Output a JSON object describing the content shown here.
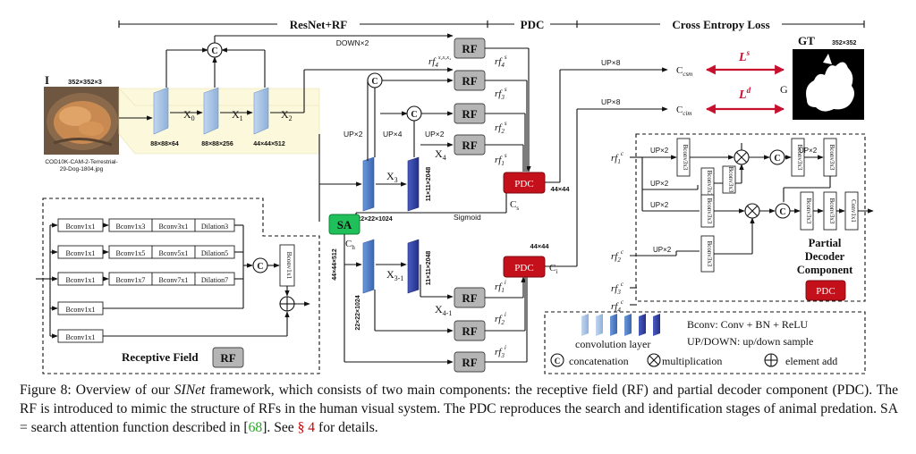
{
  "header": {
    "resnet_rf": "ResNet+RF",
    "pdc": "PDC",
    "cross_entropy": "Cross Entropy Loss"
  },
  "input": {
    "label": "I",
    "size": "352×352×3",
    "filename_line1": "COD10K-CAM-2-Terrestrial-",
    "filename_line2": "29-Dog-1804.jpg"
  },
  "backbone": {
    "x0": "X",
    "x0_sub": "0",
    "x1": "X",
    "x1_sub": "1",
    "x2": "X",
    "x2_sub": "2",
    "x0_size": "88×88×64",
    "x1_size": "88×88×256",
    "x2_size": "44×44×512",
    "down": "DOWN×2",
    "concat": "C"
  },
  "upper_branch": {
    "x3": "X",
    "x3_sub": "3",
    "x4": "X",
    "x4_sub": "4",
    "x3_size": "22×22×1024",
    "x4_size": "11×11×2048",
    "up2": "UP×2",
    "up4": "UP×4",
    "up2b": "UP×2",
    "sigmoid": "Sigmoid"
  },
  "sa": {
    "label": "SA",
    "ch": "C",
    "ch_sub": "h",
    "ch_size": "44×44×512"
  },
  "lower_branch": {
    "x3_1": "X",
    "x3_1_sub": "3-1",
    "x4_1": "X",
    "x4_1_sub": "4-1",
    "x3_1_size": "22×22×1024",
    "x4_1_size": "11×11×2048"
  },
  "rf_modules": {
    "label": "RF"
  },
  "rf_outputs": {
    "top4": "rf",
    "top4_sup": "x₂x₃x₄",
    "top4_sub": "4",
    "s4": "rf",
    "s4_sub": "4",
    "s4_sup": "s",
    "s3": "rf",
    "s3_sub": "3",
    "s3_sup": "s",
    "s2": "rf",
    "s2_sub": "2",
    "s2_sup": "s",
    "s1": "rf",
    "s1_sub": "1",
    "s1_sup": "s",
    "i1": "rf",
    "i1_sub": "1",
    "i1_sup": "i",
    "i2": "rf",
    "i2_sub": "2",
    "i2_sup": "i",
    "i3": "rf",
    "i3_sub": "3",
    "i3_sup": "i"
  },
  "pdc_blocks": {
    "label": "PDC",
    "size_top": "44×44",
    "size_bottom": "44×44",
    "cs": "C",
    "cs_sub": "s",
    "ci": "C",
    "ci_sub": "i"
  },
  "loss": {
    "up8_top": "UP×8",
    "up8_bottom": "UP×8",
    "ccsm": "C",
    "ccsm_sub": "csm",
    "ccim": "C",
    "ccim_sub": "cim",
    "ls": "L",
    "ls_sup": "s",
    "ld": "L",
    "ld_sup": "d",
    "g": "G",
    "gt": "GT",
    "gt_size": "352×352"
  },
  "receptive_field": {
    "title": "Receptive Field",
    "badge": "RF",
    "bconv1x1": "Bconv1x1",
    "b1x3": "Bconv1x3",
    "b3x1": "Bconv3x1",
    "d3": "Dilation3",
    "b1x5": "Bconv1x5",
    "b5x1": "Bconv5x1",
    "d5": "Dilation5",
    "b1x7": "Bconv1x7",
    "b7x1": "Bconv7x1",
    "d7": "Dilation7",
    "concat": "C"
  },
  "partial_decoder": {
    "title_line1": "Partial",
    "title_line2": "Decoder",
    "title_line3": "Component",
    "badge": "PDC",
    "rf1": "rf",
    "rf1_sub": "1",
    "rf1_sup": "c",
    "rf2": "rf",
    "rf2_sub": "2",
    "rf2_sup": "c",
    "rf3": "rf",
    "rf3_sub": "3",
    "rf3_sup": "c",
    "rf4": "rf",
    "rf4_sub": "4",
    "rf4_sup": "c",
    "up2": "UP×2",
    "bconv3x3": "Bconv3x3",
    "conv1x1": "Conv1x1",
    "concat": "C"
  },
  "legend": {
    "conv_layer": "convolution layer",
    "bconv": "Bconv: Conv + BN + ReLU",
    "updown": "UP/DOWN: up/down sample",
    "concatenation": "concatenation",
    "multiplication": "multiplication",
    "element_add": "element add",
    "c": "C"
  },
  "caption": {
    "fig": "Figure 8:  Overview of our ",
    "name": "SINet",
    "part1": " framework, which consists of two main components:  the receptive field (RF) and partial decoder component (PDC). The RF is introduced to mimic the structure of RFs in the human visual system. The PDC reproduces the search and identification stages of animal predation. SA = search attention function described in [",
    "ref": "68",
    "part2": "]. See ",
    "sec": "§ 4",
    "part3": " for details."
  },
  "colors": {
    "blue_light": "#a8c4e4",
    "blue_mid": "#4f7fc4",
    "blue_dark": "#2b3f99",
    "sa_green": "#1fc05a",
    "pdc_red": "#c4101a",
    "loss_red": "#c8102e",
    "rf_gray": "#b5b5b5",
    "cream": "#fbf8dc"
  }
}
